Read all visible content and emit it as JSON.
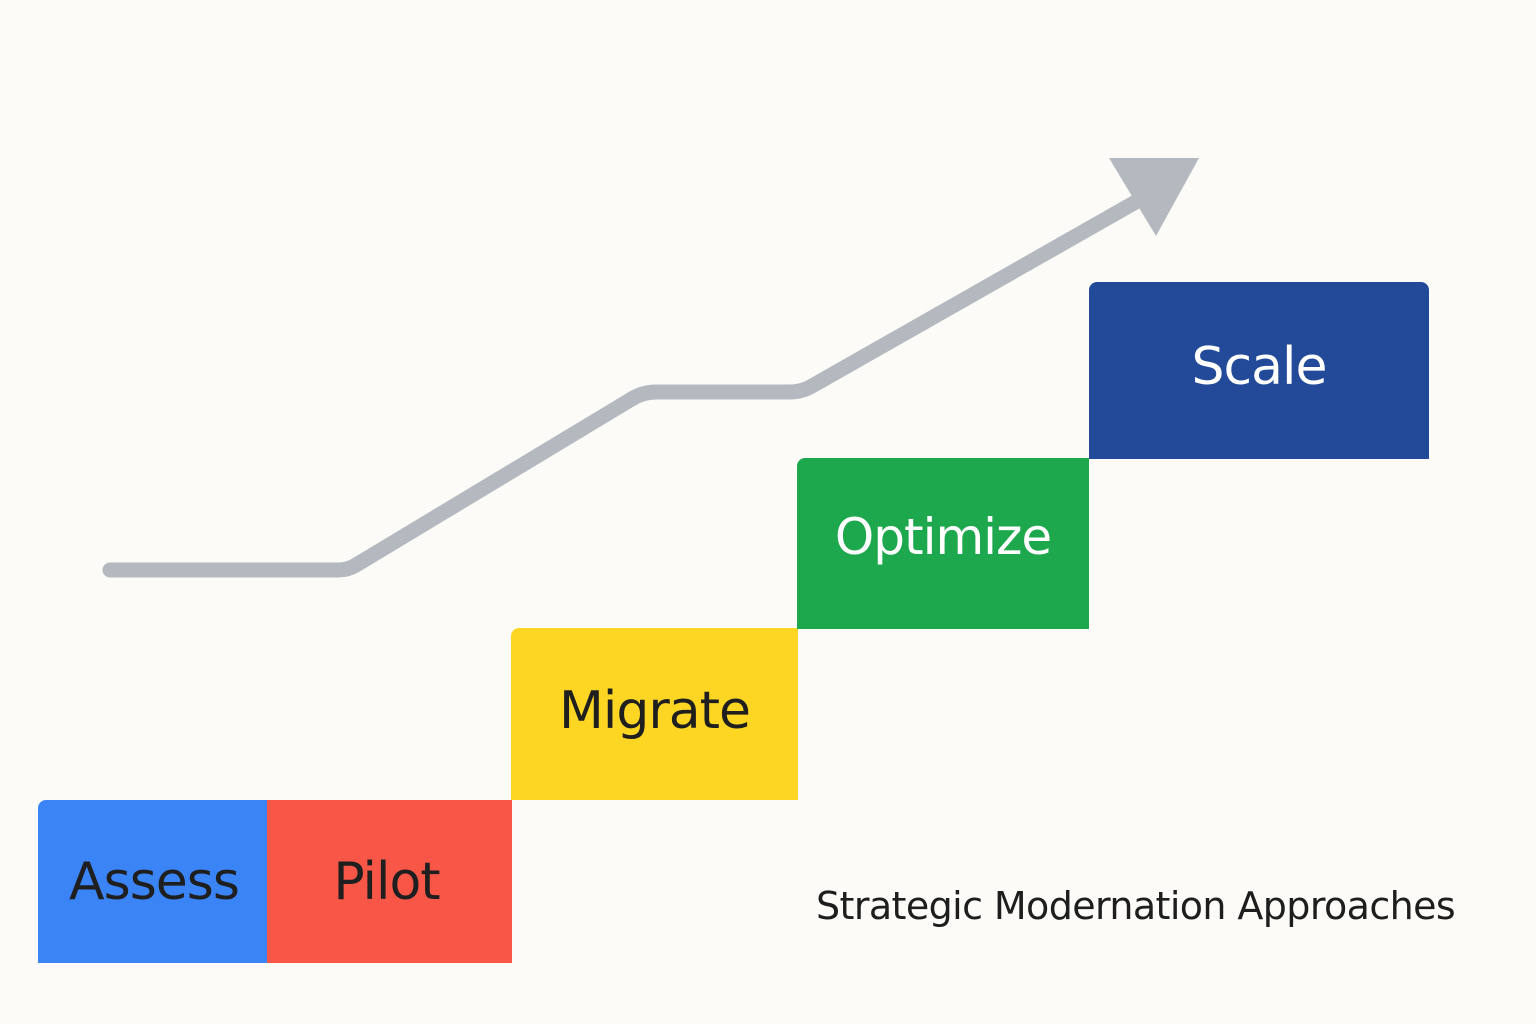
{
  "diagram": {
    "arrow_color": "#b3b9bf",
    "steps": [
      {
        "id": "assess",
        "label": "Assess",
        "color": "#3a84f5",
        "text_color": "#1f1f1f"
      },
      {
        "id": "pilot",
        "label": "Pilot",
        "color": "#f85747",
        "text_color": "#1f1f1f"
      },
      {
        "id": "migrate",
        "label": "Migrate",
        "color": "#fdd623",
        "text_color": "#1f1f1f"
      },
      {
        "id": "optimize",
        "label": "Optimize",
        "color": "#1ea84d",
        "text_color": "#ffffff"
      },
      {
        "id": "scale",
        "label": "Scale",
        "color": "#224a98",
        "text_color": "#ffffff"
      }
    ],
    "caption": "Strategic Modernation Approaches"
  }
}
